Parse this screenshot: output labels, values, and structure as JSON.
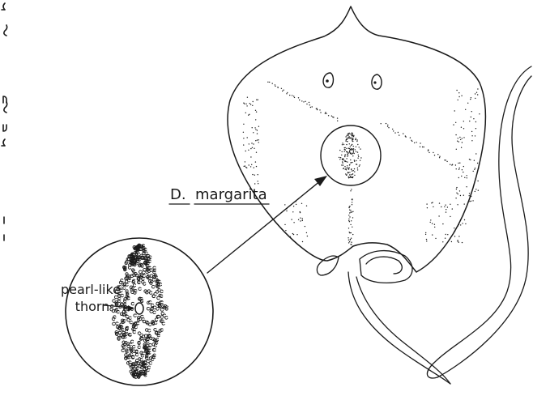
{
  "species": {
    "genus_abbrev": "D.",
    "epithet": "margarita"
  },
  "callout": {
    "line1": "pearl-like",
    "line2": "thorn"
  },
  "colors": {
    "ink": "#1a1a1a",
    "paper": "#ffffff"
  }
}
